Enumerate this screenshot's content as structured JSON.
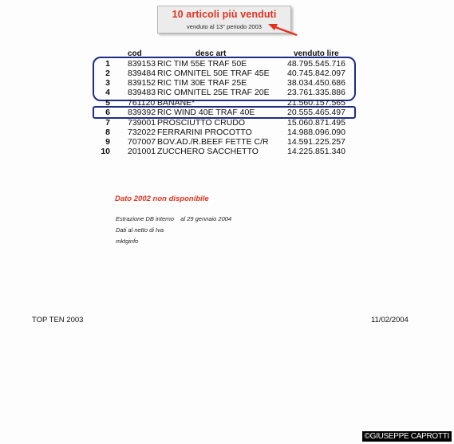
{
  "title": {
    "main": "10 articoli più venduti",
    "sub": "venduto al 13° periodo 2003"
  },
  "headers": {
    "cod": "cod",
    "desc": "desc art",
    "value": "venduto lire"
  },
  "rows": [
    {
      "rank": "1",
      "code": "839153",
      "desc": "RIC TIM 55E TRAF 50E",
      "value": "48.795.545.716"
    },
    {
      "rank": "2",
      "code": "839484",
      "desc": "RIC OMNITEL 50E TRAF 45E",
      "value": "40.745.842.097"
    },
    {
      "rank": "3",
      "code": "839152",
      "desc": "RIC TIM 30E TRAF 25E",
      "value": "38.034.450.686"
    },
    {
      "rank": "4",
      "code": "839483",
      "desc": "RIC OMNITEL 25E TRAF 20E",
      "value": "23.761.335.886"
    },
    {
      "rank": "5",
      "code": "761120",
      "desc": "BANANE*",
      "value": "21.560.157.565"
    },
    {
      "rank": "6",
      "code": "839392",
      "desc": "RIC WIND 40E TRAF 40E",
      "value": "20.555.465.497"
    },
    {
      "rank": "7",
      "code": "739001",
      "desc": "PROSCIUTTO CRUDO",
      "value": "15.060.871.495"
    },
    {
      "rank": "8",
      "code": "732022",
      "desc": "FERRARINI PROCOTTO",
      "value": "14.988.096.090"
    },
    {
      "rank": "9",
      "code": "707007",
      "desc": "BOV.AD./R.BEEF FETTE C/R",
      "value": "14.591.225.257"
    },
    {
      "rank": "10",
      "code": "201001",
      "desc": "ZUCCHERO SACCHETTO",
      "value": "14.225.851.340"
    }
  ],
  "notes": {
    "unavailable": "Dato 2002 non disponibile",
    "line1": "Estrazione DB interno    al 29 gennaio 2004",
    "line2": "Dati al netto di Iva",
    "line3": "mktginfo"
  },
  "footer": {
    "left": "TOP TEN 2003",
    "right": "11/02/2004"
  },
  "credit": "©GIUSEPPE CAPROTTI",
  "colors": {
    "accent_red": "#e2331f",
    "highlight_blue": "#1d2d84"
  }
}
